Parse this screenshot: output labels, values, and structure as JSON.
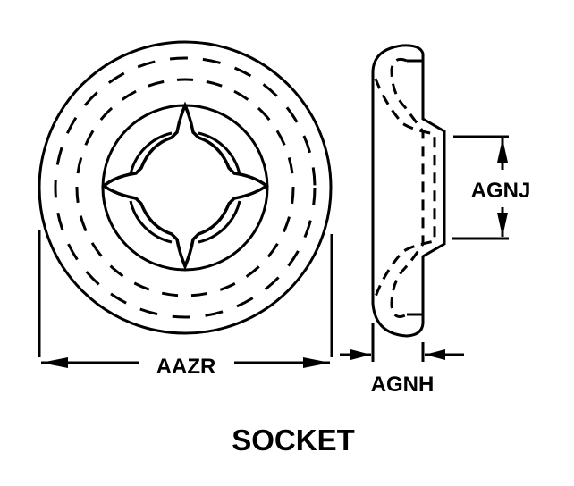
{
  "title": "SOCKET",
  "dimensions": {
    "diameter": "AAZR",
    "thickness": "AGNH",
    "boss_height": "AGNJ"
  },
  "colors": {
    "line": "#000000",
    "background": "#ffffff"
  }
}
